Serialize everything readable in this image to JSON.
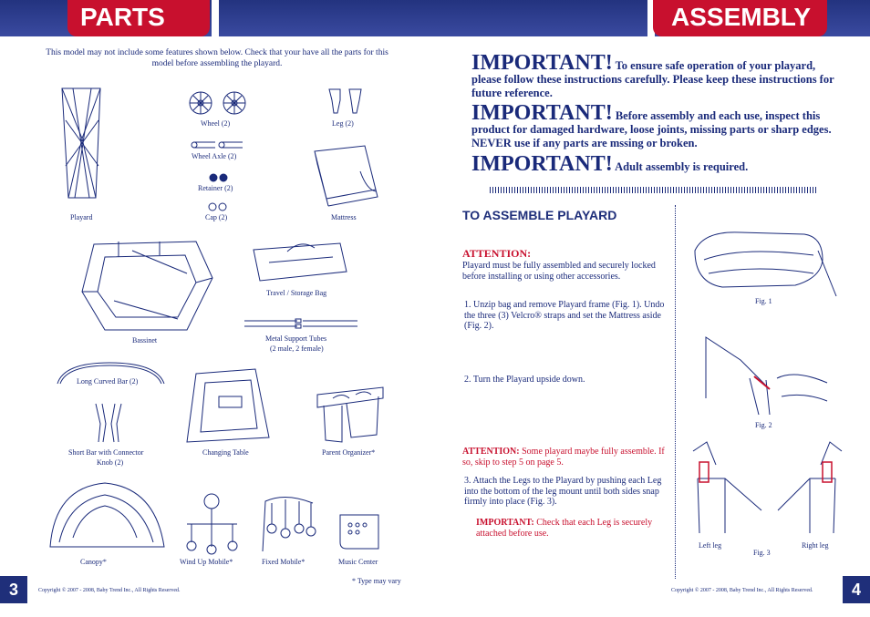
{
  "left_page": {
    "header_title": "PARTS",
    "intro": "This model may not include some features shown below.  Check that your have all the parts for this model before assembling the playard.",
    "parts": {
      "playard": "Playard",
      "wheel": "Wheel (2)",
      "leg": "Leg (2)",
      "wheel_axle": "Wheel Axle (2)",
      "retainer": "Retainer (2)",
      "cap": "Cap (2)",
      "mattress": "Mattress",
      "travel_bag": "Travel / Storage Bag",
      "bassinet": "Bassinet",
      "support_tubes": "Metal Support Tubes",
      "support_tubes_note": "(2 male, 2 female)",
      "long_curved_bar": "Long Curved Bar (2)",
      "short_bar_1": "Short Bar with Connector",
      "short_bar_2": "Knob (2)",
      "changing_table": "Changing Table",
      "parent_organizer": "Parent Organizer*",
      "canopy": "Canopy*",
      "wind_up_mobile": "Wind Up Mobile*",
      "fixed_mobile": "Fixed Mobile*",
      "music_center": "Music Center"
    },
    "type_note": "* Type may vary",
    "page_number": "3",
    "copyright": "Copyright © 2007 - 2008, Baby Trend Inc., All Rights Reserved."
  },
  "right_page": {
    "header_title": "ASSEMBLY",
    "important": [
      {
        "head": "IMPORTANT!",
        "text": "To ensure safe operation of your playard, please follow these instructions carefully. Please keep these instructions for future reference."
      },
      {
        "head": "IMPORTANT!",
        "text": "Before assembly and each use, inspect this product for damaged hardware, loose joints, missing parts or sharp edges. NEVER use if any parts are mssing or broken."
      },
      {
        "head": "IMPORTANT!",
        "text": "Adult assembly is required."
      }
    ],
    "section_title": "TO ASSEMBLE PLAYARD",
    "attention_head": "ATTENTION:",
    "attention_text": "Playard must be fully assembled and securely locked before installing or using other accessories.",
    "step1": "1. Unzip bag and remove Playard frame (Fig. 1). Undo the three (3) Velcro® straps and set the Mattress aside (Fig. 2).",
    "step2": "2. Turn the Playard upside down.",
    "attention2_head": "ATTENTION:",
    "attention2_text": "Some playard maybe fully assemble. If so, skip to step 5 on page 5.",
    "step3": "3. Attach the Legs to the Playard by pushing each Leg into the bottom of the leg mount until both sides snap firmly into place (Fig. 3).",
    "important_note_head": "IMPORTANT:",
    "important_note_text": "Check that each Leg is securely attached before use.",
    "fig1": "Fig. 1",
    "fig2": "Fig. 2",
    "fig3": "Fig. 3",
    "left_leg": "Left leg",
    "right_leg": "Right leg",
    "page_number": "4",
    "copyright": "Copyright © 2007 - 2008, Baby Trend Inc., All Rights Reserved."
  },
  "colors": {
    "navy": "#1f2f7a",
    "red": "#c8102e"
  }
}
